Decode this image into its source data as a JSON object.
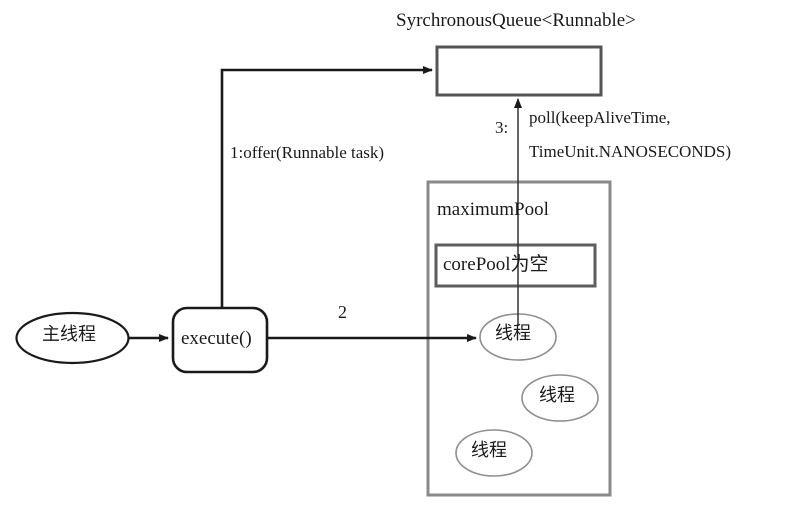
{
  "diagram": {
    "title": "SyrchronousQueue<Runnable>",
    "queue": {
      "title": "SyrchronousQueue<Runnable>"
    },
    "edges": {
      "offer": "1:offer(Runnable task)",
      "execute_to_pool": "2",
      "poll_index": "3:",
      "poll_line1": "poll(keepAliveTime,",
      "poll_line2": "TimeUnit.NANOSECONDS)"
    },
    "nodes": {
      "main_thread": "主线程",
      "execute": "execute()",
      "maximum_pool": "maximumPool",
      "core_pool": "corePool为空",
      "thread1": "线程",
      "thread2": "线程",
      "thread3": "线程"
    },
    "colors": {
      "stroke_dark": "#1a1a1a",
      "stroke_gray": "#6d6d6d",
      "stroke_light": "#9a9a9a",
      "background": "#ffffff"
    }
  }
}
